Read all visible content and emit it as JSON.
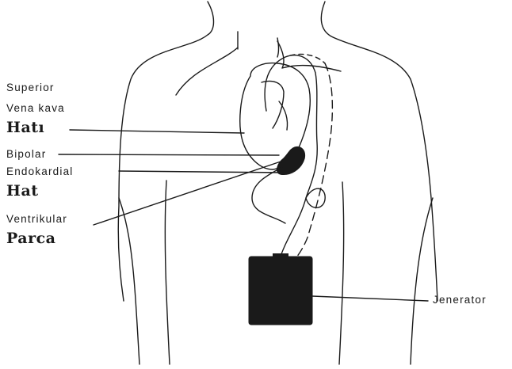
{
  "labels": {
    "svc_line1": "Superior",
    "svc_line2": "Vena kava",
    "svc_line3": "Hatı",
    "lead_line1": "Bipolar",
    "lead_line2": "Endokardial",
    "lead_line3": "Hat",
    "vent_line1": "Ventrikular",
    "vent_line2": "Parca",
    "generator": "Jenerator"
  },
  "colors": {
    "ink": "#1a1a1a",
    "background": "#ffffff"
  }
}
